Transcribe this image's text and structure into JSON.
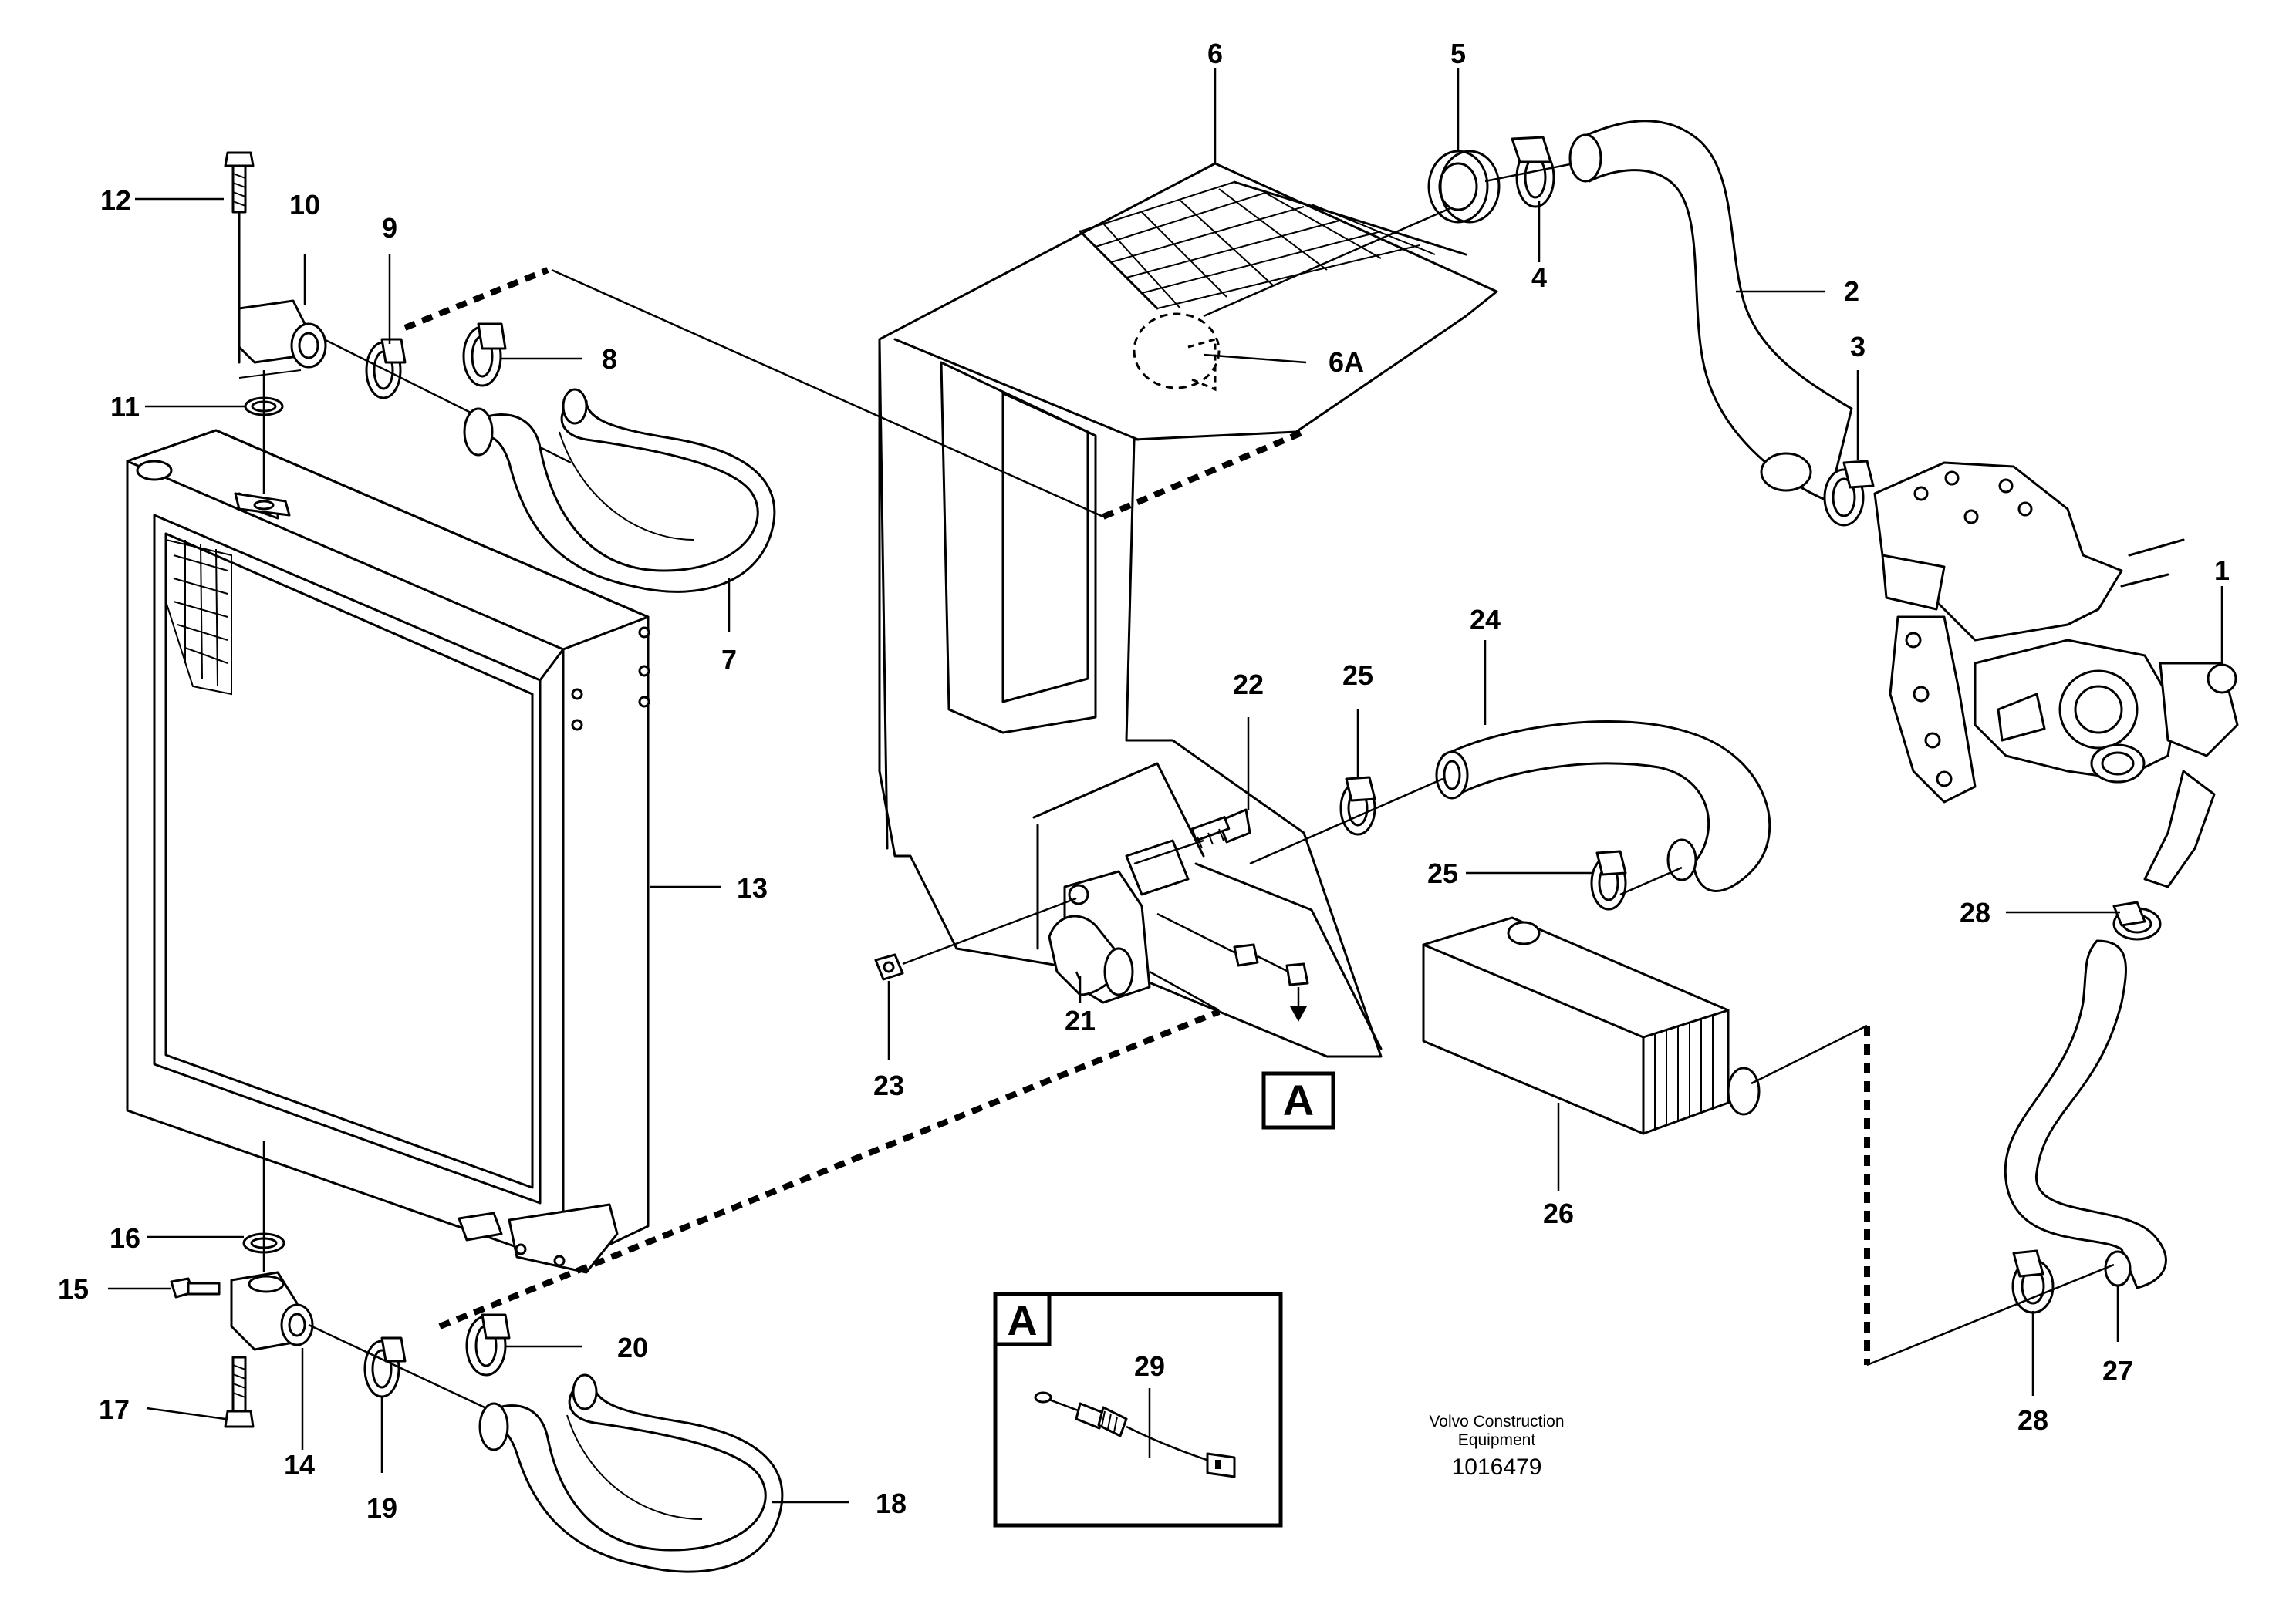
{
  "labels": {
    "p1": "1",
    "p2": "2",
    "p3": "3",
    "p4": "4",
    "p5": "5",
    "p6": "6",
    "p6a": "6A",
    "p7": "7",
    "p8": "8",
    "p9": "9",
    "p10": "10",
    "p11": "11",
    "p12": "12",
    "p13": "13",
    "p14": "14",
    "p15": "15",
    "p16": "16",
    "p17": "17",
    "p18": "18",
    "p19": "19",
    "p20": "20",
    "p21": "21",
    "p22": "22",
    "p23": "23",
    "p24": "24",
    "p25a": "25",
    "p25b": "25",
    "p26": "26",
    "p27": "27",
    "p28a": "28",
    "p28b": "28",
    "p29": "29"
  },
  "detail": {
    "marker": "A",
    "inset_marker": "A"
  },
  "credit": {
    "line1": "Volvo Construction",
    "line2": "Equipment",
    "doc_number": "1016479"
  }
}
